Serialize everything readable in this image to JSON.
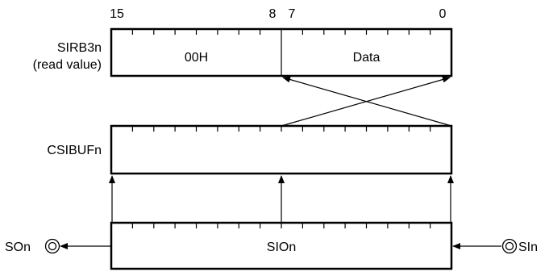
{
  "bit_labels": {
    "bit15": "15",
    "bit8": "8",
    "bit7": "7",
    "bit0": "0"
  },
  "sirb": {
    "name_line1": "SIRB3n",
    "name_line2": "(read value)",
    "upper_field": "00H",
    "lower_field": "Data"
  },
  "csibuf": {
    "name": "CSIBUFn"
  },
  "sio": {
    "name": "SIOn"
  },
  "pins": {
    "output": "SOn",
    "input": "SIn"
  }
}
